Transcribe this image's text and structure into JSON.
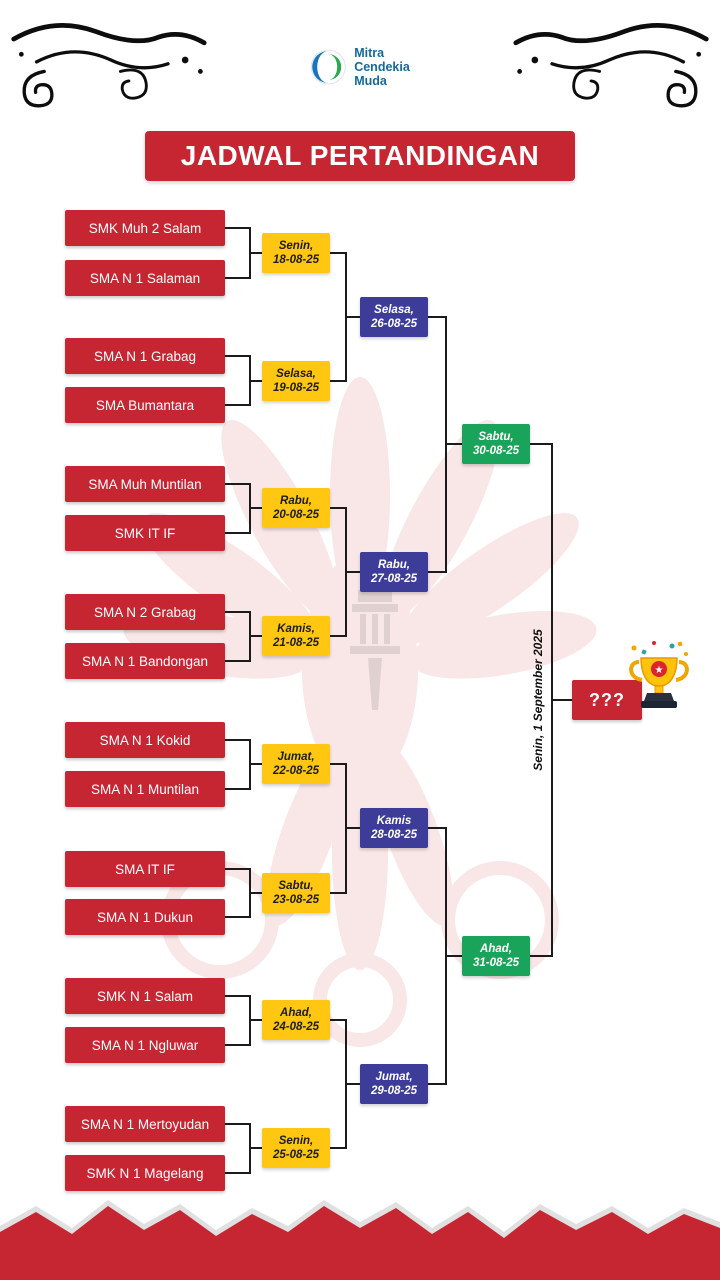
{
  "logo": {
    "line1": "Mitra",
    "line2": "Cendekia",
    "line3": "Muda"
  },
  "title": "JADWAL PERTANDINGAN",
  "bracket": {
    "teams": [
      {
        "name": "SMK Muh 2 Salam"
      },
      {
        "name": "SMA N 1 Salaman"
      },
      {
        "name": "SMA N 1 Grabag"
      },
      {
        "name": "SMA Bumantara"
      },
      {
        "name": "SMA Muh Muntilan"
      },
      {
        "name": "SMK IT IF"
      },
      {
        "name": "SMA N 2 Grabag"
      },
      {
        "name": "SMA N 1 Bandongan"
      },
      {
        "name": "SMA N 1 Kokid"
      },
      {
        "name": "SMA N 1 Muntilan"
      },
      {
        "name": "SMA IT IF"
      },
      {
        "name": "SMA N 1 Dukun"
      },
      {
        "name": "SMK N 1 Salam"
      },
      {
        "name": "SMA N 1 Ngluwar"
      },
      {
        "name": "SMA N 1 Mertoyudan"
      },
      {
        "name": "SMK N 1 Magelang"
      }
    ],
    "round1": [
      {
        "day": "Senin,",
        "date": "18-08-25"
      },
      {
        "day": "Selasa,",
        "date": "19-08-25"
      },
      {
        "day": "Rabu,",
        "date": "20-08-25"
      },
      {
        "day": "Kamis,",
        "date": "21-08-25"
      },
      {
        "day": "Jumat,",
        "date": "22-08-25"
      },
      {
        "day": "Sabtu,",
        "date": "23-08-25"
      },
      {
        "day": "Ahad,",
        "date": "24-08-25"
      },
      {
        "day": "Senin,",
        "date": "25-08-25"
      }
    ],
    "quarterfinals": [
      {
        "day": "Selasa,",
        "date": "26-08-25"
      },
      {
        "day": "Rabu,",
        "date": "27-08-25"
      },
      {
        "day": "Kamis",
        "date": "28-08-25"
      },
      {
        "day": "Jumat,",
        "date": "29-08-25"
      }
    ],
    "semifinals": [
      {
        "day": "Sabtu,",
        "date": "30-08-25"
      },
      {
        "day": "Ahad,",
        "date": "31-08-25"
      }
    ],
    "final": {
      "label": "???",
      "date": "Senin, 1 September 2025"
    }
  },
  "colors": {
    "red": "#C62632",
    "yellow": "#FFC712",
    "blue": "#3D3D99",
    "green": "#1AA35A"
  }
}
